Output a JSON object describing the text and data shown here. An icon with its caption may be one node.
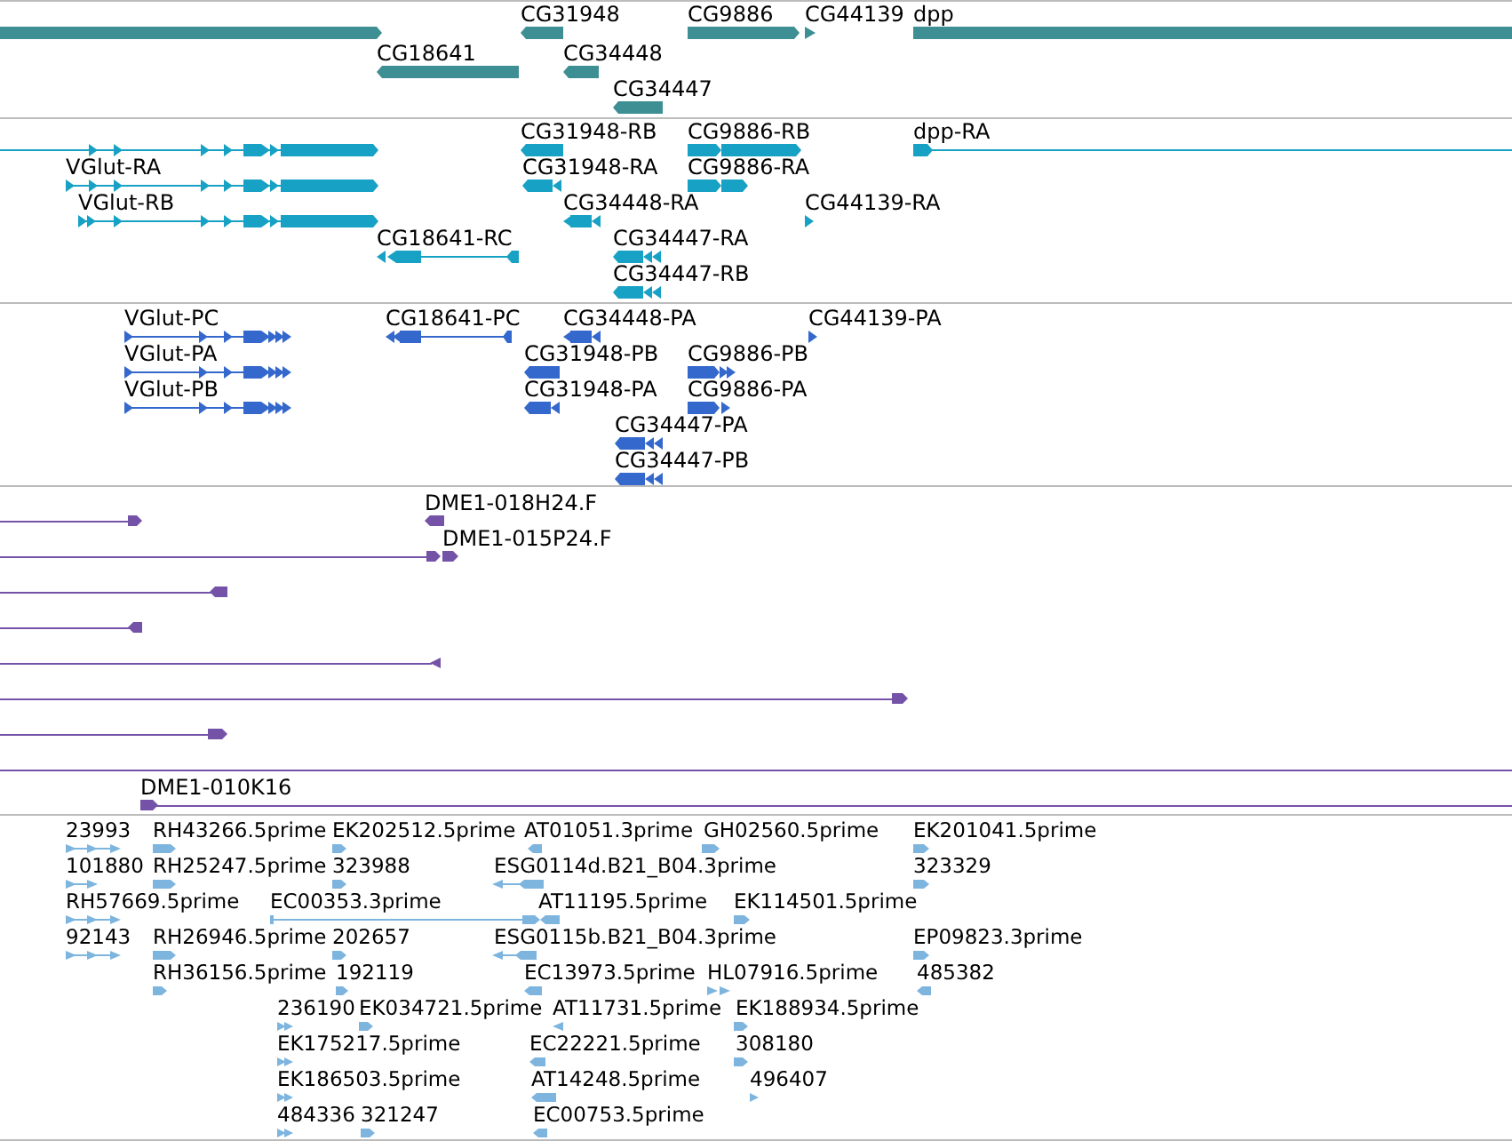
{
  "diagram": {
    "labels": [
      "CG31948",
      "CG9886",
      "CG44139",
      "dpp",
      "CG18641",
      "CG34448",
      "CG34447",
      "CG31948-RB",
      "CG9886-RB",
      "dpp-RA",
      "VGlut-RA",
      "CG31948-RA",
      "CG9886-RA",
      "VGlut-RB",
      "CG34448-RA",
      "CG44139-RA",
      "CG18641-RC",
      "CG34447-RA",
      "CG34447-RB",
      "VGlut-PC",
      "CG18641-PC",
      "CG34448-PA",
      "CG44139-PA",
      "VGlut-PA",
      "CG31948-PB",
      "CG9886-PB",
      "VGlut-PB",
      "CG31948-PA",
      "CG9886-PA",
      "CG34447-PA",
      "CG34447-PB",
      "DME1-018H24.F",
      "DME1-015P24.F",
      "DME1-010K16",
      "23993",
      "RH43266.5prime",
      "EK202512.5prime",
      "AT01051.3prime",
      "GH02560.5prime",
      "EK201041.5prime",
      "101880",
      "RH25247.5prime",
      "323988",
      "ESG0114d.B21_B04.3prime",
      "323329",
      "RH57669.5prime",
      "EC00353.3prime",
      "AT11195.5prime",
      "EK114501.5prime",
      "92143",
      "RH26946.5prime",
      "202657",
      "ESG0115b.B21_B04.3prime",
      "EP09823.3prime",
      "RH36156.5prime",
      "192119",
      "EC13973.5prime",
      "HL07916.5prime",
      "485382",
      "236190",
      "EK034721.5prime",
      "AT11731.5prime",
      "EK188934.5prime",
      "EK175217.5prime",
      "EC22221.5prime",
      "308180",
      "EK186503.5prime",
      "AT14248.5prime",
      "496407",
      "484336",
      "321247",
      "EC00753.5prime"
    ]
  }
}
